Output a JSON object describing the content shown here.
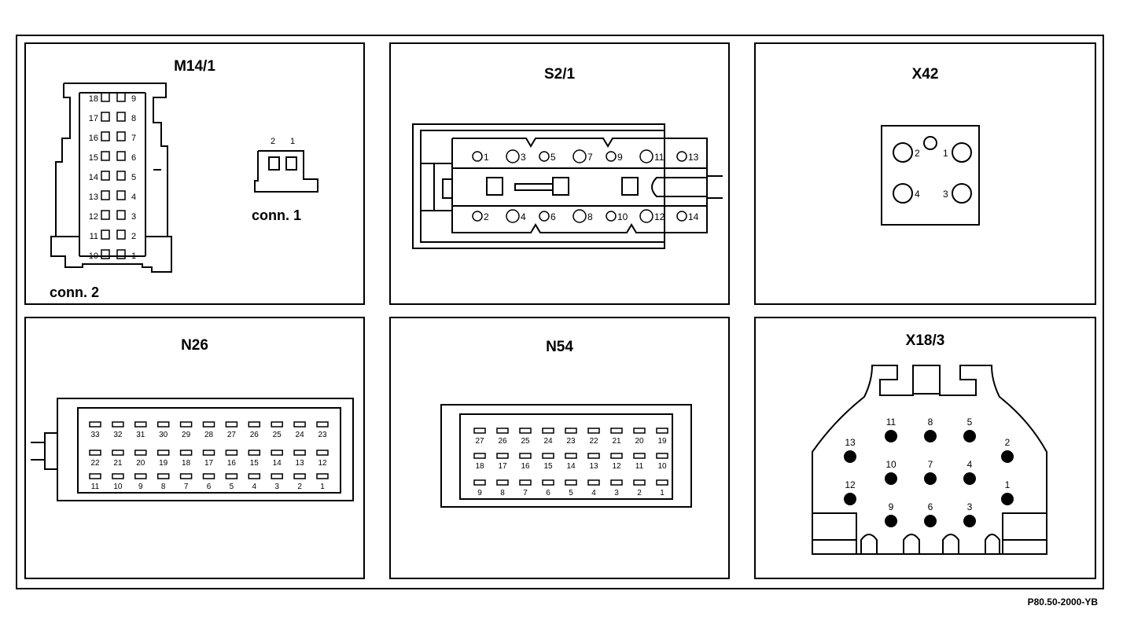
{
  "diagram": {
    "panels": {
      "m14_1": {
        "title": "M14/1",
        "conn1_label": "conn. 1",
        "conn2_label": "conn. 2",
        "conn1_pins": [
          "2",
          "1"
        ],
        "conn2_left": [
          "18",
          "17",
          "16",
          "15",
          "14",
          "13",
          "12",
          "11",
          "10"
        ],
        "conn2_right": [
          "9",
          "8",
          "7",
          "6",
          "5",
          "4",
          "3",
          "2",
          "1"
        ]
      },
      "s2_1": {
        "title": "S2/1",
        "top_pins": [
          "1",
          "3",
          "5",
          "7",
          "9",
          "11",
          "13"
        ],
        "bottom_pins": [
          "2",
          "4",
          "6",
          "8",
          "10",
          "12",
          "14"
        ]
      },
      "x42": {
        "title": "X42",
        "pins": [
          "2",
          "1",
          "4",
          "3"
        ]
      },
      "n26": {
        "title": "N26",
        "row1": [
          "33",
          "32",
          "31",
          "30",
          "29",
          "28",
          "27",
          "26",
          "25",
          "24",
          "23"
        ],
        "row2": [
          "22",
          "21",
          "20",
          "19",
          "18",
          "17",
          "16",
          "15",
          "14",
          "13",
          "12"
        ],
        "row3": [
          "11",
          "10",
          "9",
          "8",
          "7",
          "6",
          "5",
          "4",
          "3",
          "2",
          "1"
        ]
      },
      "n54": {
        "title": "N54",
        "row1": [
          "27",
          "26",
          "25",
          "24",
          "23",
          "22",
          "21",
          "20",
          "19"
        ],
        "row2": [
          "18",
          "17",
          "16",
          "15",
          "14",
          "13",
          "12",
          "11",
          "10"
        ],
        "row3": [
          "9",
          "8",
          "7",
          "6",
          "5",
          "4",
          "3",
          "2",
          "1"
        ]
      },
      "x18_3": {
        "title": "X18/3",
        "pins": [
          "11",
          "8",
          "5",
          "2",
          "13",
          "10",
          "7",
          "4",
          "12",
          "1",
          "9",
          "6",
          "3"
        ]
      }
    },
    "reference_code": "P80.50-2000-YB"
  }
}
